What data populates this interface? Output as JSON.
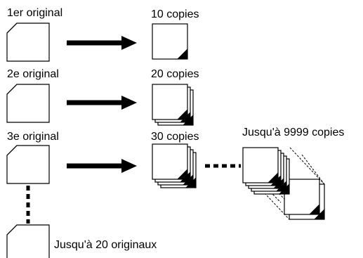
{
  "originals": [
    {
      "label": "1er original"
    },
    {
      "label": "2e original"
    },
    {
      "label": "3e original"
    }
  ],
  "copies": [
    {
      "label": "10 copies"
    },
    {
      "label": "20 copies"
    },
    {
      "label": "30 copies"
    }
  ],
  "max_copies_label": "Jusqu'à 9999 copies",
  "max_originals_label": "Jusqu'à 20 originaux",
  "colors": {
    "ink": "#000000",
    "paper": "#ffffff"
  }
}
